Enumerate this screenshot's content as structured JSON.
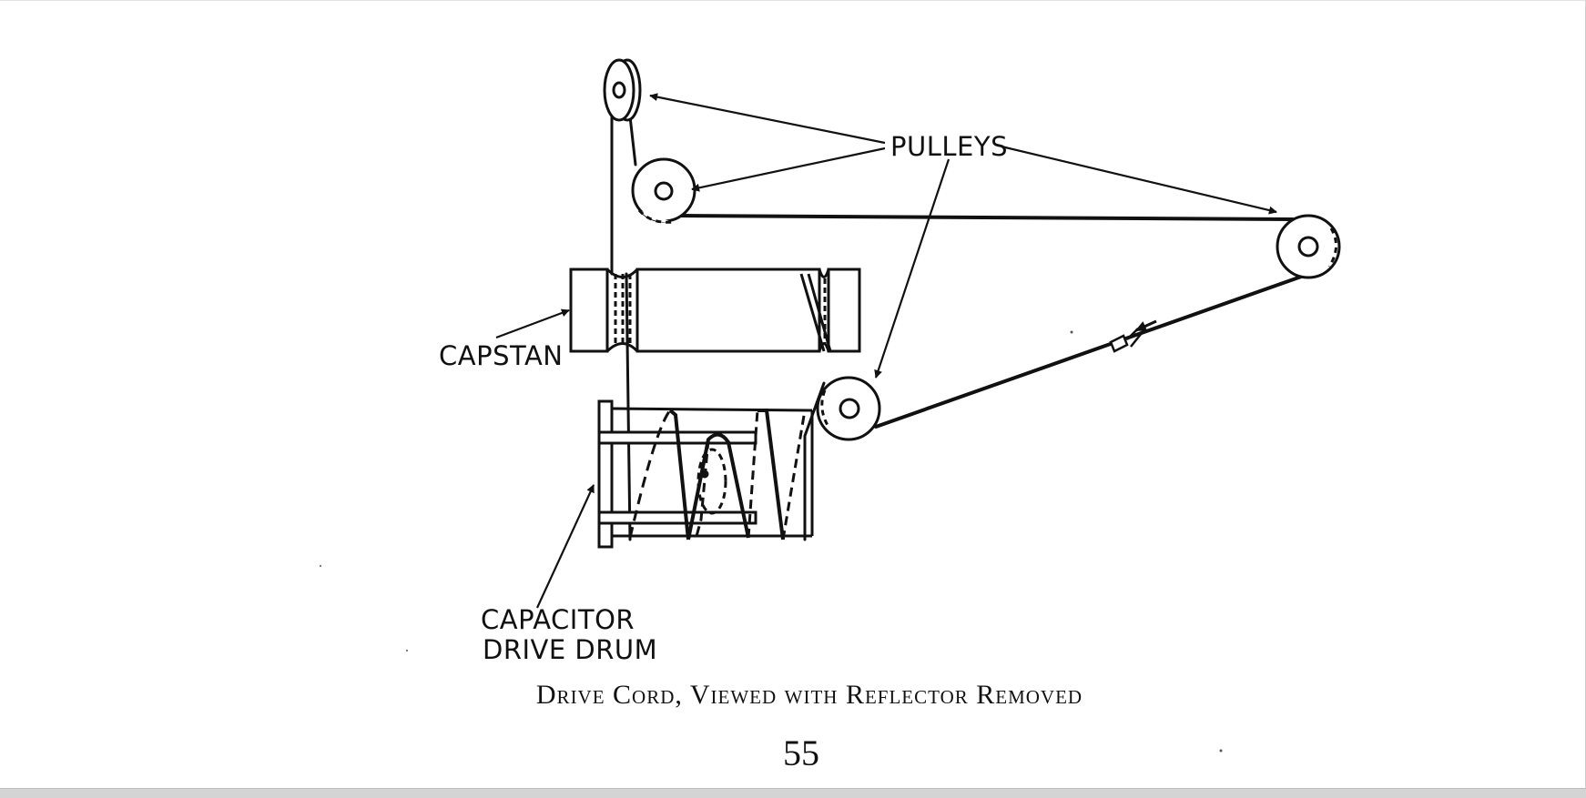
{
  "figure": {
    "labels": {
      "pulleys": "PULLEYS",
      "capstan": "CAPSTAN",
      "drum_line1": "CAPACITOR",
      "drum_line2": "DRIVE DRUM"
    },
    "caption": "Drive Cord, Viewed with Reflector Removed",
    "page_number": "55"
  }
}
